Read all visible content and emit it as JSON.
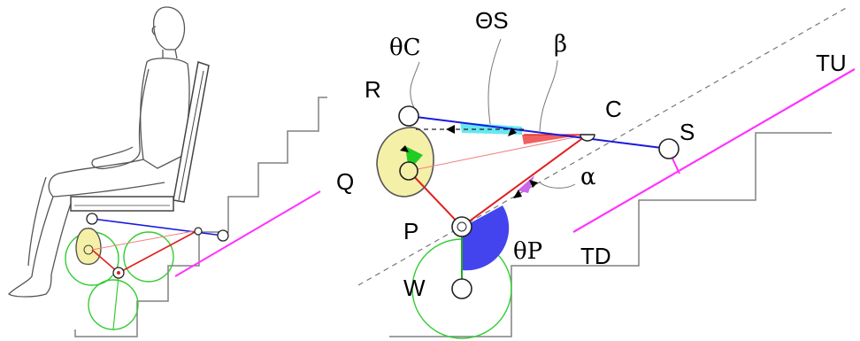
{
  "labels": {
    "theta_c": "θC",
    "theta_s": "ΘS",
    "beta": "β",
    "R": "R",
    "C": "C",
    "S": "S",
    "Q": "Q",
    "P": "P",
    "W": "W",
    "alpha": "α",
    "theta_p": "θP",
    "T_U": "TU",
    "T_D": "TD"
  },
  "colors": {
    "link_blue": "#1a1adf",
    "link_red": "#e02020",
    "rail_magenta": "#ff33ff",
    "wheel_green": "#33cc33",
    "cam_fill": "#f5f0a8",
    "angle_cyan": "#66e8f0",
    "angle_red": "#f06060",
    "angle_blue": "#4444ee",
    "angle_purple": "#cc66ee",
    "angle_green": "#22cc22",
    "stairs": "#808080"
  }
}
